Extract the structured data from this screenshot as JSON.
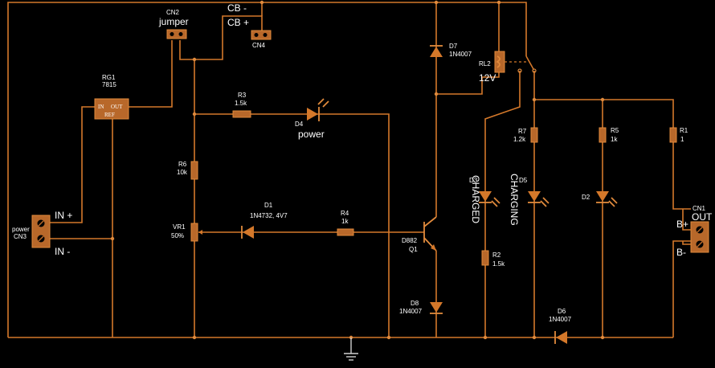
{
  "labels": {
    "cn2_ref": "CN2",
    "cn2_val": "jumper",
    "cb_minus": "CB -",
    "cb_plus": "CB +",
    "cn4_ref": "CN4",
    "d7_ref": "D7",
    "d7_val": "1N4007",
    "rl2_ref": "RL2",
    "rl2_val": "12V",
    "rg1_ref": "RG1",
    "rg1_val": "7815",
    "rg1_in": "IN",
    "rg1_out": "OUT",
    "rg1_ref_pin": "REF",
    "r3_ref": "R3",
    "r3_val": "1.5k",
    "d4_ref": "D4",
    "d4_val": "power",
    "r6_ref": "R6",
    "r6_val": "10k",
    "d1_ref": "D1",
    "d1_val": "1N4732, 4V7",
    "r4_ref": "R4",
    "r4_val": "1k",
    "vr1_ref": "VR1",
    "vr1_val": "50%",
    "q1_ref": "D882",
    "q1_val": "Q1",
    "d8_ref": "D8",
    "d8_val": "1N4007",
    "in_plus": "IN +",
    "in_minus": "IN  -",
    "cn3_ref": "power",
    "cn3_val": "CN3",
    "d3_ref": "D3",
    "d3_val": "CHARGED",
    "d5_ref": "D5",
    "d5_val": "CHARGING",
    "r7_ref": "R7",
    "r7_val": "1.2k",
    "r5_ref": "R5",
    "r5_val": "1k",
    "r1_ref": "R1",
    "r1_val": "1",
    "d2_ref": "D2",
    "r2_ref": "R2",
    "r2_val": "1.5k",
    "d6_ref": "D6",
    "d6_val": "1N4007",
    "cn1_ref": "CN1",
    "cn1_val": "OUT",
    "b_plus": "B+",
    "b_minus": "B-"
  },
  "colors": {
    "background": "#000000",
    "wire": "#d4782a",
    "component": "#b8682a",
    "text": "#ffffff",
    "ground": "#cfcfcf"
  }
}
